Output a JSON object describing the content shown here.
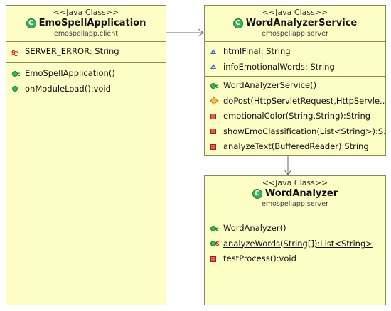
{
  "classes": {
    "emo": {
      "stereotype": "<<Java Class>>",
      "name": "EmoSpellApplication",
      "package": "emospellapp.client",
      "fields": [
        "SERVER_ERROR: String"
      ],
      "methods": [
        "EmoSpellApplication()",
        "onModuleLoad():void"
      ]
    },
    "service": {
      "stereotype": "<<Java Class>>",
      "name": "WordAnalyzerService",
      "package": "emospellapp.server",
      "fields": [
        "htmlFinal: String",
        "infoEmotionalWords: String"
      ],
      "methods": [
        "WordAnalyzerService()",
        "doPost(HttpServletRequest,HttpServle...",
        "emotionalColor(String,String):String",
        "showEmoClassification(List<String>):S...",
        "analyzeText(BufferedReader):String"
      ]
    },
    "analyzer": {
      "stereotype": "<<Java Class>>",
      "name": "WordAnalyzer",
      "package": "emospellapp.server",
      "methods": [
        "WordAnalyzer()",
        "analyzeWords(String[]):List<String>",
        "testProcess():void"
      ]
    }
  },
  "colors": {
    "class_fill": "#fdfdc6",
    "class_border": "#8a8a58",
    "public": "#3ab45a",
    "private": "#e55b5b",
    "protected": "#f2c14a",
    "package_field": "#2f5fb5"
  }
}
